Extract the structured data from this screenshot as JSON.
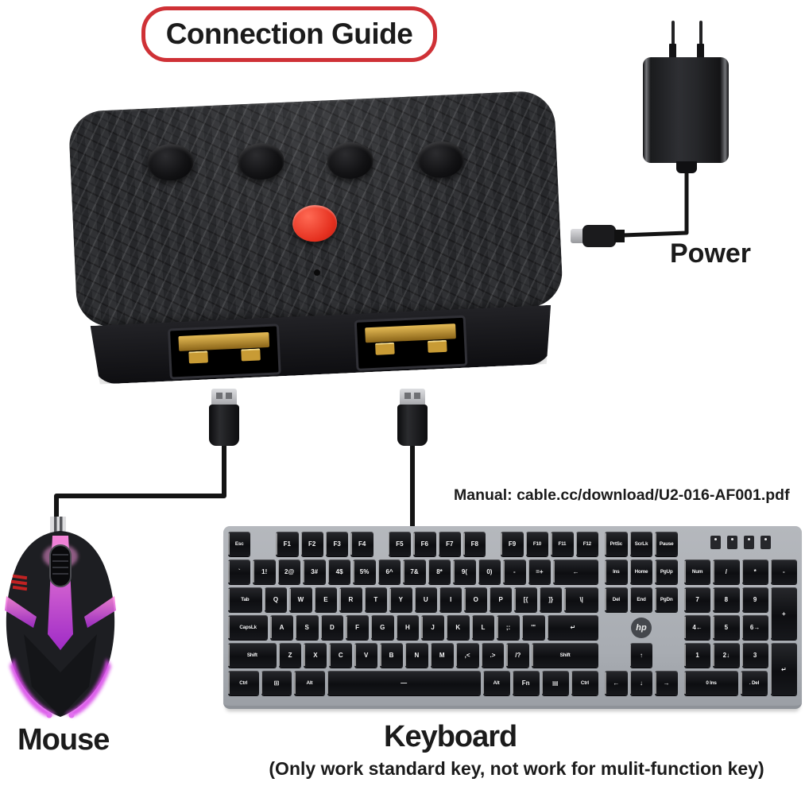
{
  "title": "Connection Guide",
  "labels": {
    "power": "Power",
    "mouse": "Mouse",
    "keyboard": "Keyboard",
    "keyboard_note": "(Only work standard key, not work for mulit-function key)",
    "manual": "Manual: cable.cc/download/U2-016-AF001.pdf"
  },
  "colors": {
    "accent_red": "#cf3136",
    "button_red": "#e5301f",
    "mouse_glow": "#d84ae8",
    "keyboard_frame": "#a8acb2",
    "keycap": "#121316",
    "carbon_base": "#28292b",
    "text": "#1b1b1b"
  },
  "device": {
    "top_button_count": 4,
    "red_button_count": 1,
    "usb_port_count": 2
  },
  "keyboard": {
    "brand_logo": "hp",
    "indicator_count": 4,
    "rows": [
      {
        "main": [
          {
            "l": "Esc",
            "w": 1
          },
          {
            "sp": 1,
            "w": 0.9
          },
          {
            "l": "F1",
            "w": 1
          },
          {
            "l": "F2",
            "w": 1
          },
          {
            "l": "F3",
            "w": 1
          },
          {
            "l": "F4",
            "w": 1
          },
          {
            "sp": 1,
            "w": 0.45
          },
          {
            "l": "F5",
            "w": 1
          },
          {
            "l": "F6",
            "w": 1
          },
          {
            "l": "F7",
            "w": 1
          },
          {
            "l": "F8",
            "w": 1
          },
          {
            "sp": 1,
            "w": 0.45
          },
          {
            "l": "F9",
            "w": 1
          },
          {
            "l": "F10",
            "w": 1
          },
          {
            "l": "F11",
            "w": 1
          },
          {
            "l": "F12",
            "w": 1
          }
        ],
        "nav": [
          {
            "l": "PrtSc",
            "w": 1
          },
          {
            "l": "ScrLk",
            "w": 1
          },
          {
            "l": "Pause",
            "w": 1
          }
        ],
        "num": "leds"
      },
      {
        "main": [
          {
            "l": "`",
            "w": 1
          },
          {
            "l": "1!",
            "w": 1
          },
          {
            "l": "2@",
            "w": 1
          },
          {
            "l": "3#",
            "w": 1
          },
          {
            "l": "4$",
            "w": 1
          },
          {
            "l": "5%",
            "w": 1
          },
          {
            "l": "6^",
            "w": 1
          },
          {
            "l": "7&",
            "w": 1
          },
          {
            "l": "8*",
            "w": 1
          },
          {
            "l": "9(",
            "w": 1
          },
          {
            "l": "0)",
            "w": 1
          },
          {
            "l": "-",
            "w": 1
          },
          {
            "l": "=+",
            "w": 1
          },
          {
            "l": "←",
            "w": 2
          }
        ],
        "nav": [
          {
            "l": "Ins",
            "w": 1
          },
          {
            "l": "Home",
            "w": 1
          },
          {
            "l": "PgUp",
            "w": 1
          }
        ],
        "num": [
          {
            "l": "Num",
            "w": 1
          },
          {
            "l": "/",
            "w": 1
          },
          {
            "l": "*",
            "w": 1
          },
          {
            "l": "-",
            "w": 1
          }
        ]
      },
      {
        "main": [
          {
            "l": "Tab",
            "w": 1.5
          },
          {
            "l": "Q",
            "w": 1
          },
          {
            "l": "W",
            "w": 1
          },
          {
            "l": "E",
            "w": 1
          },
          {
            "l": "R",
            "w": 1
          },
          {
            "l": "T",
            "w": 1
          },
          {
            "l": "Y",
            "w": 1
          },
          {
            "l": "U",
            "w": 1
          },
          {
            "l": "I",
            "w": 1
          },
          {
            "l": "O",
            "w": 1
          },
          {
            "l": "P",
            "w": 1
          },
          {
            "l": "[{",
            "w": 1
          },
          {
            "l": "]}",
            "w": 1
          },
          {
            "l": "\\|",
            "w": 1.5
          }
        ],
        "nav": [
          {
            "l": "Del",
            "w": 1
          },
          {
            "l": "End",
            "w": 1
          },
          {
            "l": "PgDn",
            "w": 1
          }
        ],
        "num": [
          {
            "l": "7",
            "w": 1
          },
          {
            "l": "8",
            "w": 1
          },
          {
            "l": "9",
            "w": 1
          },
          {
            "l": "+",
            "w": 1,
            "tall": 1
          }
        ]
      },
      {
        "main": [
          {
            "l": "CapsLk",
            "w": 1.75
          },
          {
            "l": "A",
            "w": 1
          },
          {
            "l": "S",
            "w": 1
          },
          {
            "l": "D",
            "w": 1
          },
          {
            "l": "F",
            "w": 1
          },
          {
            "l": "G",
            "w": 1
          },
          {
            "l": "H",
            "w": 1
          },
          {
            "l": "J",
            "w": 1
          },
          {
            "l": "K",
            "w": 1
          },
          {
            "l": "L",
            "w": 1
          },
          {
            "l": ";:",
            "w": 1
          },
          {
            "l": "'\"",
            "w": 1
          },
          {
            "l": "↵",
            "w": 2.25
          }
        ],
        "nav": "logo",
        "num": [
          {
            "l": "4←",
            "w": 1
          },
          {
            "l": "5",
            "w": 1
          },
          {
            "l": "6→",
            "w": 1
          },
          {
            "sp": 1,
            "w": 1
          }
        ]
      },
      {
        "main": [
          {
            "l": "Shift",
            "w": 2.1
          },
          {
            "l": "Z",
            "w": 1
          },
          {
            "l": "X",
            "w": 1
          },
          {
            "l": "C",
            "w": 1
          },
          {
            "l": "V",
            "w": 1
          },
          {
            "l": "B",
            "w": 1
          },
          {
            "l": "N",
            "w": 1
          },
          {
            "l": "M",
            "w": 1
          },
          {
            "l": ",<",
            "w": 1
          },
          {
            "l": ".>",
            "w": 1
          },
          {
            "l": "/?",
            "w": 1
          },
          {
            "l": "Shift",
            "w": 2.9
          }
        ],
        "nav": [
          {
            "sp": 1,
            "w": 1
          },
          {
            "l": "↑",
            "w": 1
          },
          {
            "sp": 1,
            "w": 1
          }
        ],
        "num": [
          {
            "l": "1",
            "w": 1
          },
          {
            "l": "2↓",
            "w": 1
          },
          {
            "l": "3",
            "w": 1
          },
          {
            "l": "↵",
            "w": 1,
            "tall": 1
          }
        ]
      },
      {
        "main": [
          {
            "l": "Ctrl",
            "w": 1.3
          },
          {
            "l": "⊞",
            "w": 1.3
          },
          {
            "l": "Alt",
            "w": 1.3
          },
          {
            "l": "—",
            "w": 6.5
          },
          {
            "l": "Alt",
            "w": 1.15
          },
          {
            "l": "Fn",
            "w": 1.15
          },
          {
            "l": "▤",
            "w": 1.15
          },
          {
            "l": "Ctrl",
            "w": 1.15
          }
        ],
        "nav": [
          {
            "l": "←",
            "w": 1
          },
          {
            "l": "↓",
            "w": 1
          },
          {
            "l": "→",
            "w": 1
          }
        ],
        "num": [
          {
            "l": "0 Ins",
            "w": 2
          },
          {
            "l": ". Del",
            "w": 1
          },
          {
            "sp": 1,
            "w": 1
          }
        ]
      }
    ]
  }
}
